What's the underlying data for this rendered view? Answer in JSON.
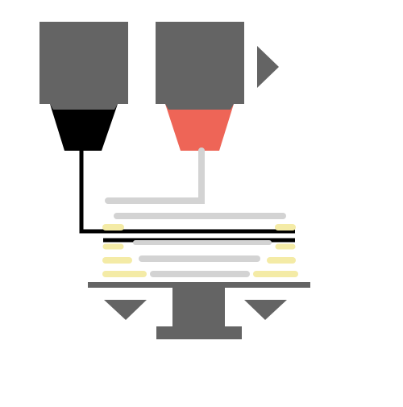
{
  "diagram": {
    "kind": "dual-extruder-3d-printer-icon",
    "colors": {
      "body": "#646464",
      "nozzle_primary": "#000000",
      "nozzle_secondary": "#EE6557",
      "filament_primary": "#000000",
      "filament_secondary": "#D3D3D3",
      "layer_line": "#D3D3D3",
      "support": "#F4EBA6",
      "background": "#FFFFFF"
    },
    "icons": {
      "active_indicator": "triangle-right-icon",
      "bed_lower_left": "triangle-down-icon",
      "bed_lower_right": "triangle-down-icon"
    },
    "extruders": [
      {
        "name": "left-extruder",
        "nozzle_color": "nozzle_primary"
      },
      {
        "name": "right-extruder",
        "nozzle_color": "nozzle_secondary",
        "active": true
      }
    ]
  }
}
